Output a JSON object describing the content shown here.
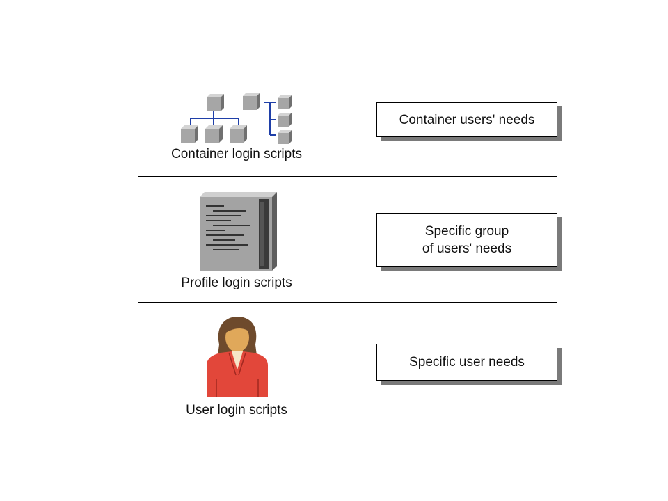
{
  "rows": [
    {
      "icon": "org-tree-icon",
      "caption": "Container login scripts",
      "need_lines": [
        "Container users' needs"
      ]
    },
    {
      "icon": "profile-book-icon",
      "caption": "Profile login scripts",
      "need_lines": [
        "Specific group",
        "of users' needs"
      ]
    },
    {
      "icon": "user-person-icon",
      "caption": "User login scripts",
      "need_lines": [
        "Specific user needs"
      ]
    }
  ],
  "colors": {
    "connector": "#1f3fa8",
    "cube_face": "#a6a6a6",
    "cube_top": "#d4d4d4",
    "cube_side": "#707070",
    "book": "#a3a3a3",
    "spine": "#3a3a3a",
    "person_jacket": "#e2473a",
    "person_skin": "#e0a85a",
    "person_hair": "#6e4a2c",
    "shadow": "#7a7a7a"
  }
}
